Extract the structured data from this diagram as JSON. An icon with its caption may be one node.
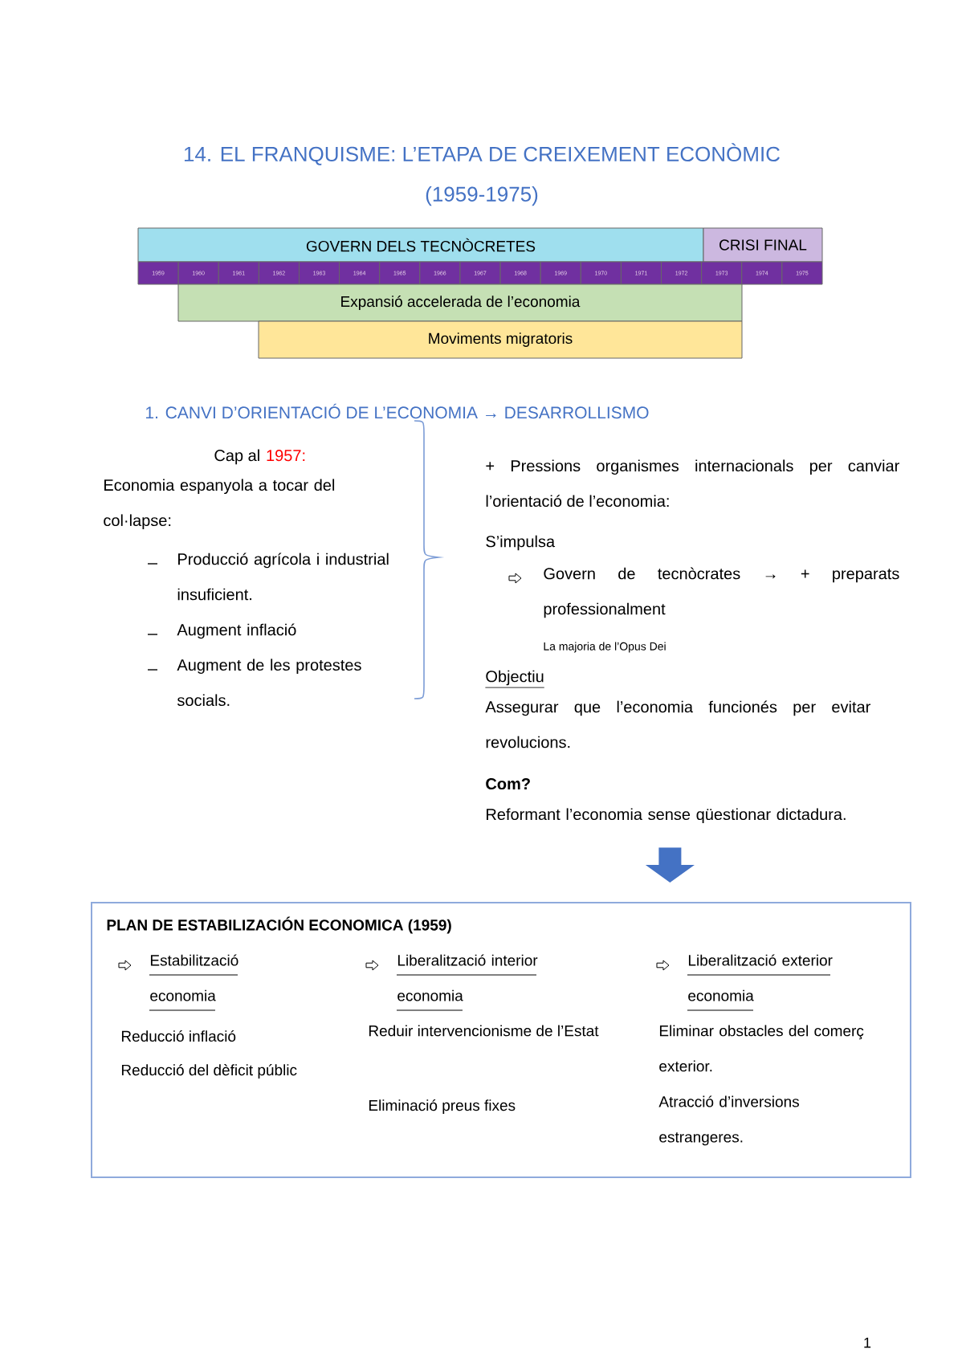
{
  "diagram": {
    "title": "14. EL FRANQUISME: L’ETAPA DE CREIXEMENT ECONÒMIC",
    "nodes": [
      {
        "text": [
          "GOVERN DELS TECNÒCRETES"
        ]
      },
      {
        "text": [
          "CRISI FINAL"
        ]
      },
      {
        "text": [
          "1959"
        ]
      },
      {
        "text": [
          "1960"
        ]
      },
      {
        "text": [
          "1961"
        ]
      },
      {
        "text": [
          "1962"
        ]
      },
      {
        "text": [
          "1963"
        ]
      },
      {
        "text": [
          "1964"
        ]
      },
      {
        "text": [
          "1965"
        ]
      },
      {
        "text": [
          "1966"
        ]
      },
      {
        "text": [
          "1967"
        ]
      },
      {
        "text": [
          "1968"
        ]
      },
      {
        "text": [
          "1969"
        ]
      },
      {
        "text": [
          "1970"
        ]
      },
      {
        "text": [
          "1971"
        ]
      },
      {
        "text": [
          "1972"
        ]
      },
      {
        "text": [
          "1973"
        ]
      },
      {
        "text": [
          "1974"
        ]
      },
      {
        "text": [
          "1975"
        ]
      },
      {
        "text": [
          "Expansió accelerada de l’economia"
        ]
      },
      {
        "text": [
          "Moviments migratoris"
        ]
      },
      {
        "text": [
          "Reformant l’economia sense qüestionar dictadura."
        ]
      },
      {
        "text": [
          "PLAN DE ESTABILIZACIÓN ECONOMICA (1959)",
          "Estabilització economia",
          "Reducció inflació",
          "Reducció del dèficit públic",
          "Liberalització interior economia",
          "Reduir intervencionisme de l’Estat",
          "Eliminació preus fixes",
          "Liberalització exterior economia",
          "Eliminar obstacles del comerç exterior.",
          "Atracció d’inversions estrangeres."
        ]
      }
    ],
    "edges": [
      {
        "from": 21,
        "to": 22,
        "arrow": "to"
      }
    ],
    "labels": [
      "(1959-1975)",
      "1. CANVI D’ORIENTACIÓ DE L’ECONOMIA → DESARROLLISMO",
      "Cap al",
      "1957:",
      "Economia espanyola a tocar del col·lapse:",
      "Producció agrícola i industrial insuficient.",
      "Augment inflació",
      "Augment de les protestes socials.",
      "+ Pressions organismes internacionals per canviar l’orientació de l’economia:",
      "S’impulsa",
      "Govern de tecnòcrates → + preparats professionalment",
      "La majoria de l’Opus Dei",
      "Objectiu",
      "Assegurar que l’economia funcionés per evitar revolucions.",
      "Com?",
      "1"
    ]
  }
}
